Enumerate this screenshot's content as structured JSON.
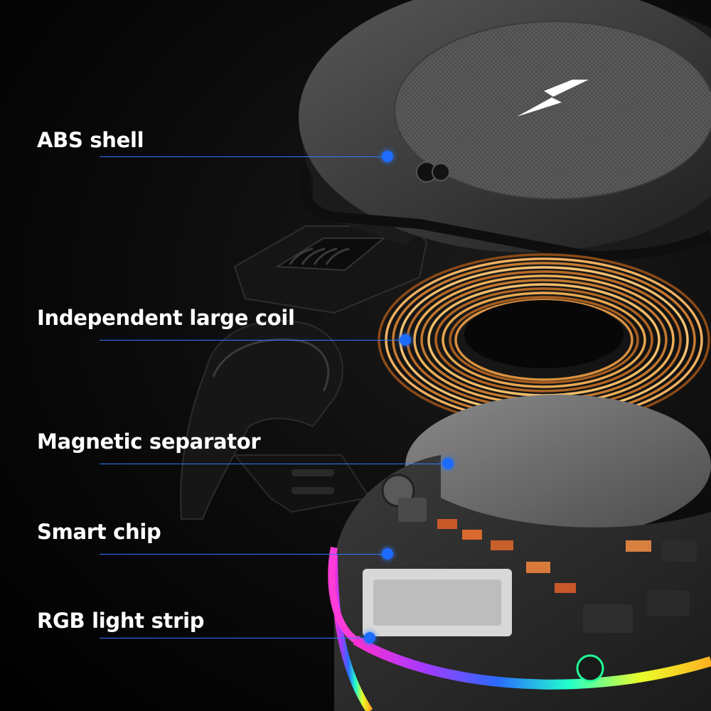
{
  "callouts": [
    {
      "id": "abs-shell",
      "label": "ABS shell"
    },
    {
      "id": "coil",
      "label": "Independent large coil"
    },
    {
      "id": "separator",
      "label": "Magnetic separator"
    },
    {
      "id": "chip",
      "label": "Smart chip"
    },
    {
      "id": "rgb",
      "label": "RGB light strip"
    }
  ],
  "colors": {
    "accent": "#1e6bff",
    "line": "#2a7bff",
    "text": "#ffffff",
    "coil": "#c8823a"
  },
  "icons": [
    "lightning-bolt-icon"
  ]
}
